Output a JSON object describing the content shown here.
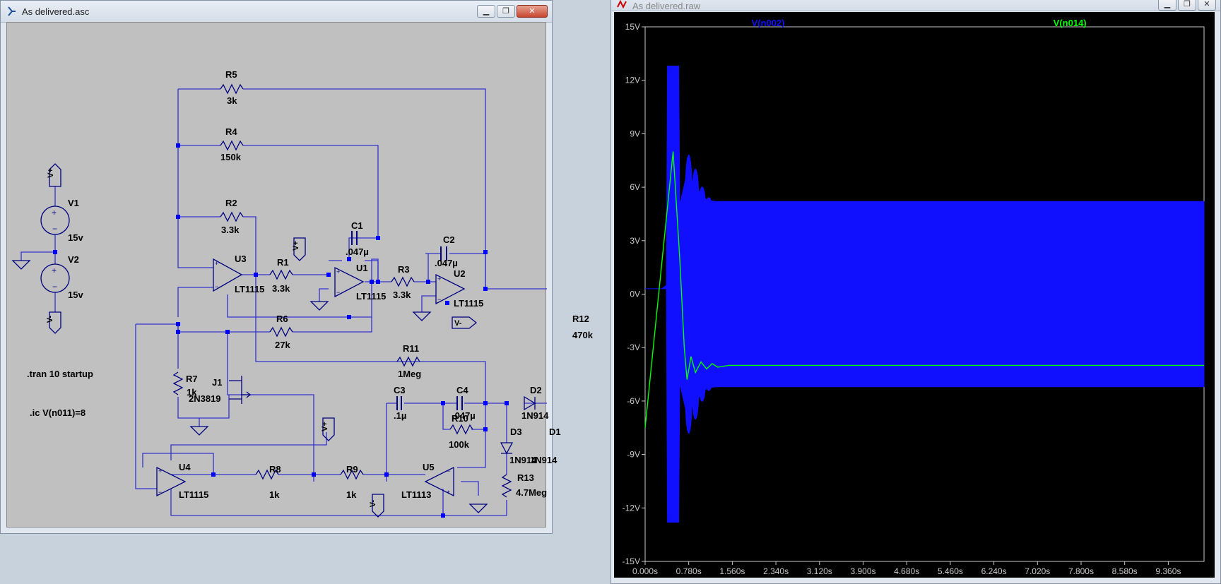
{
  "schematic_window": {
    "title": "As delivered.asc",
    "components": {
      "R5": {
        "name": "R5",
        "value": "3k"
      },
      "R4": {
        "name": "R4",
        "value": "150k"
      },
      "R2": {
        "name": "R2",
        "value": "3.3k"
      },
      "R1": {
        "name": "R1",
        "value": "3.3k"
      },
      "R3": {
        "name": "R3",
        "value": "3.3k"
      },
      "R6": {
        "name": "R6",
        "value": "27k"
      },
      "R11": {
        "name": "R11",
        "value": "1Meg"
      },
      "R12": {
        "name": "R12",
        "value": "470k"
      },
      "R7": {
        "name": "R7",
        "value": "1k"
      },
      "R8": {
        "name": "R8",
        "value": "1k"
      },
      "R9": {
        "name": "R9",
        "value": "1k"
      },
      "R10": {
        "name": "R10",
        "value": "100k"
      },
      "R13": {
        "name": "R13",
        "value": "4.7Meg"
      },
      "C1": {
        "name": "C1",
        "value": ".047µ"
      },
      "C2": {
        "name": "C2",
        "value": ".047µ"
      },
      "C3": {
        "name": "C3",
        "value": ".1µ"
      },
      "C4": {
        "name": "C4",
        "value": ".047µ"
      },
      "U1": {
        "name": "U1",
        "value": "LT1115"
      },
      "U2": {
        "name": "U2",
        "value": "LT1115"
      },
      "U3": {
        "name": "U3",
        "value": "LT1115"
      },
      "U4": {
        "name": "U4",
        "value": "LT1115"
      },
      "U5": {
        "name": "U5",
        "value": "LT1113"
      },
      "J1": {
        "name": "J1",
        "value": "2N3819"
      },
      "D1": {
        "name": "D1",
        "value": "1N914"
      },
      "D2": {
        "name": "D2",
        "value": "1N914"
      },
      "D3": {
        "name": "D3",
        "value": "1N914"
      },
      "V1": {
        "name": "V1",
        "value": "15v"
      },
      "V2": {
        "name": "V2",
        "value": "15v"
      }
    },
    "net_labels": {
      "vplus": "V+",
      "vminus": "V-"
    },
    "directives": {
      "tran": ".tran 10 startup",
      "ic": ".ic V(n011)=8"
    }
  },
  "waveform_window": {
    "title": "As delivered.raw",
    "traces": [
      {
        "name": "V(n002)",
        "color": "#1010ff"
      },
      {
        "name": "V(n014)",
        "color": "#00ff00"
      }
    ],
    "y_ticks": [
      "15V",
      "12V",
      "9V",
      "6V",
      "3V",
      "0V",
      "-3V",
      "-6V",
      "-9V",
      "-12V",
      "-15V"
    ],
    "x_ticks": [
      "0.000s",
      "0.780s",
      "1.560s",
      "2.340s",
      "3.120s",
      "3.900s",
      "4.680s",
      "5.460s",
      "6.240s",
      "7.020s",
      "7.800s",
      "8.580s",
      "9.360s"
    ]
  },
  "chart_data": {
    "type": "line",
    "xlabel": "",
    "ylabel": "",
    "xlim": [
      0,
      10
    ],
    "ylim": [
      -15,
      15
    ],
    "x_ticks": [
      0,
      0.78,
      1.56,
      2.34,
      3.12,
      3.9,
      4.68,
      5.46,
      6.24,
      7.02,
      7.8,
      8.58,
      9.36
    ],
    "y_ticks": [
      15,
      12,
      9,
      6,
      3,
      0,
      -3,
      -6,
      -9,
      -12,
      -15
    ],
    "series": [
      {
        "name": "V(n002)",
        "color": "#1010ff",
        "description_points_x": [
          0,
          0.3,
          0.38,
          0.4,
          0.6,
          0.62,
          0.75,
          0.9,
          1.1,
          1.25,
          10
        ],
        "envelope_upper": [
          0.3,
          0.3,
          0.5,
          12.8,
          12.8,
          5.0,
          6.8,
          6.0,
          5.3,
          5.2,
          5.2
        ],
        "envelope_lower": [
          0.3,
          0.3,
          0.3,
          -12.8,
          -12.8,
          -5.0,
          -6.8,
          -6.0,
          -5.3,
          -5.2,
          -5.2
        ]
      },
      {
        "name": "V(n014)",
        "color": "#00ff00",
        "x": [
          0,
          0.5,
          0.62,
          0.7,
          0.75,
          0.82,
          0.9,
          1.0,
          1.1,
          1.2,
          1.3,
          1.5,
          10
        ],
        "values": [
          -7.5,
          8.0,
          2.0,
          -3.0,
          -4.8,
          -3.5,
          -4.4,
          -3.8,
          -4.2,
          -3.9,
          -4.1,
          -4.0,
          -4.0
        ]
      }
    ]
  }
}
